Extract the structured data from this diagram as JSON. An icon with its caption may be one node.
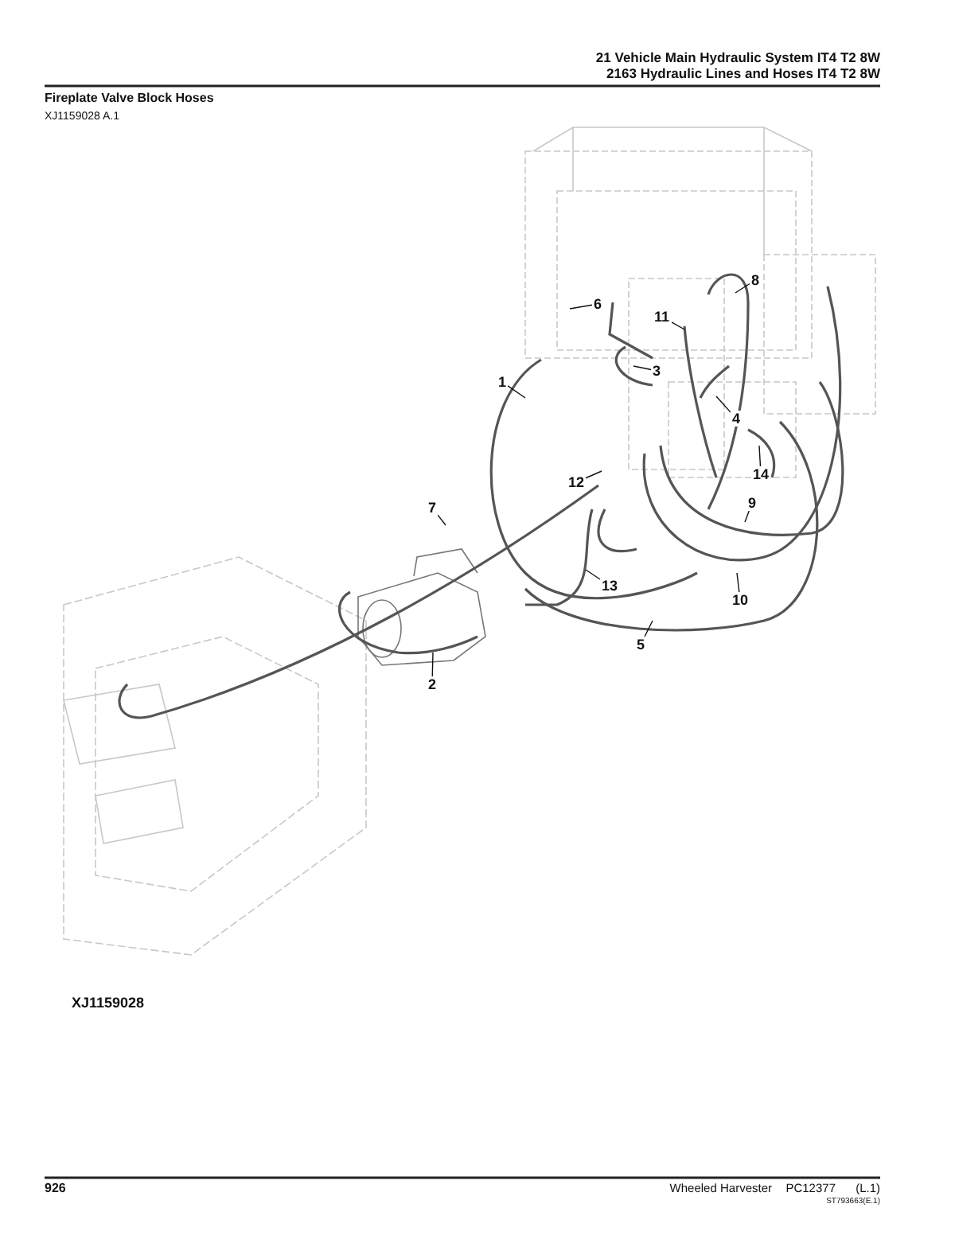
{
  "diagram": {
    "title": "Fireplate Valve Block Hoses",
    "nodes": [
      {
        "text": [
          "1"
        ]
      },
      {
        "text": [
          "2"
        ]
      },
      {
        "text": [
          "3"
        ]
      },
      {
        "text": [
          "4"
        ]
      },
      {
        "text": [
          "5"
        ]
      },
      {
        "text": [
          "6"
        ]
      },
      {
        "text": [
          "7"
        ]
      },
      {
        "text": [
          "8"
        ]
      },
      {
        "text": [
          "9"
        ]
      },
      {
        "text": [
          "10"
        ]
      },
      {
        "text": [
          "11"
        ]
      },
      {
        "text": [
          "12"
        ]
      },
      {
        "text": [
          "13"
        ]
      },
      {
        "text": [
          "14"
        ]
      }
    ],
    "edges": [
      {
        "from": 0,
        "to": null,
        "arrow": "none"
      },
      {
        "from": 1,
        "to": null,
        "arrow": "none"
      },
      {
        "from": 2,
        "to": null,
        "arrow": "none"
      },
      {
        "from": 3,
        "to": null,
        "arrow": "none"
      },
      {
        "from": 4,
        "to": null,
        "arrow": "none"
      },
      {
        "from": 5,
        "to": null,
        "arrow": "none"
      },
      {
        "from": 6,
        "to": null,
        "arrow": "none"
      },
      {
        "from": 7,
        "to": null,
        "arrow": "none"
      },
      {
        "from": 8,
        "to": null,
        "arrow": "none"
      },
      {
        "from": 9,
        "to": null,
        "arrow": "none"
      },
      {
        "from": 10,
        "to": null,
        "arrow": "none"
      },
      {
        "from": 11,
        "to": null,
        "arrow": "none"
      },
      {
        "from": 12,
        "to": null,
        "arrow": "none"
      },
      {
        "from": 13,
        "to": null,
        "arrow": "none"
      }
    ],
    "labels": [
      "21 Vehicle Main Hydraulic System IT4 T2 8W",
      "2163 Hydraulic Lines and Hoses IT4 T2 8W",
      "XJ1159028 A.1",
      "XJ1159028",
      "926",
      "Wheeled Harvester",
      "PC12377",
      "(L.1)",
      "ST793663(E.1)"
    ]
  }
}
